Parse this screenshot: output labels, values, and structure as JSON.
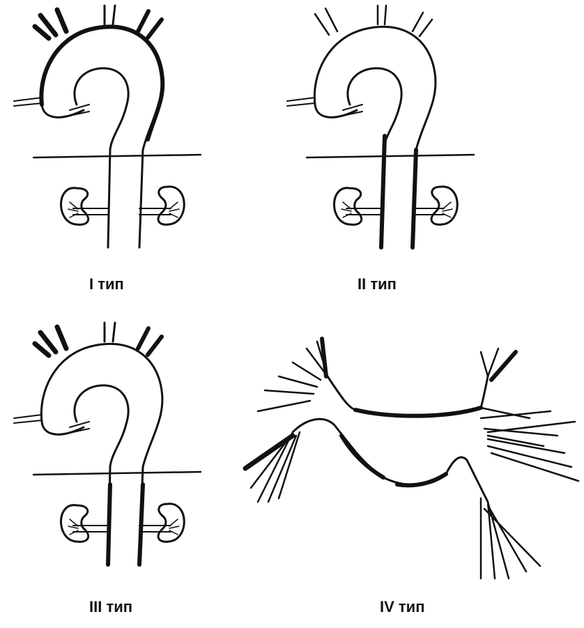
{
  "panels": [
    {
      "label": "I тип"
    },
    {
      "label": "II тип"
    },
    {
      "label": "III тип"
    },
    {
      "label": "IV тип"
    }
  ],
  "colors": {
    "ink": "#111111",
    "background": "#ffffff"
  }
}
